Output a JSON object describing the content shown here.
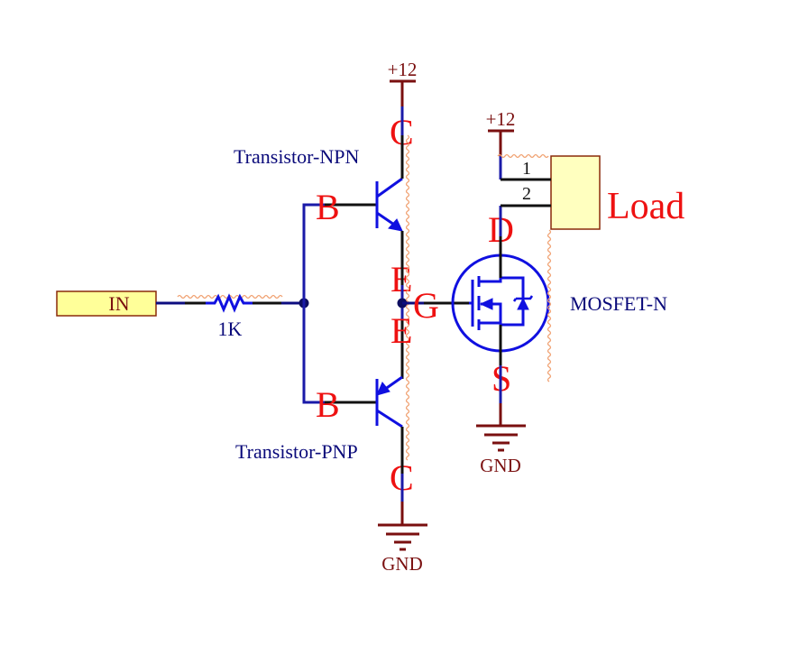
{
  "diagram": {
    "type": "circuit-schematic",
    "title": "Push-pull transistor driver for N-channel MOSFET load switch",
    "input_port": {
      "label": "IN"
    },
    "resistor": {
      "value": "1K"
    },
    "npn": {
      "label": "Transistor-NPN",
      "pins": {
        "base": "B",
        "collector": "C",
        "emitter": "E"
      },
      "supply": "+12"
    },
    "pnp": {
      "label": "Transistor-PNP",
      "pins": {
        "base": "B",
        "collector": "C",
        "emitter": "E"
      },
      "ground": "GND"
    },
    "mosfet": {
      "label": "MOSFET-N",
      "pins": {
        "gate": "G",
        "drain": "D",
        "source": "S"
      },
      "ground": "GND"
    },
    "load": {
      "label": "Load",
      "pins": [
        "1",
        "2"
      ],
      "supply": "+12"
    },
    "colors": {
      "pin_letters": "#ee1111",
      "part_labels": "#0a0a7a",
      "power_symbols": "#7a0f0f",
      "component_symbols": "#1010e0",
      "port_fill": "#ffff99",
      "load_fill": "#ffffbf"
    }
  }
}
